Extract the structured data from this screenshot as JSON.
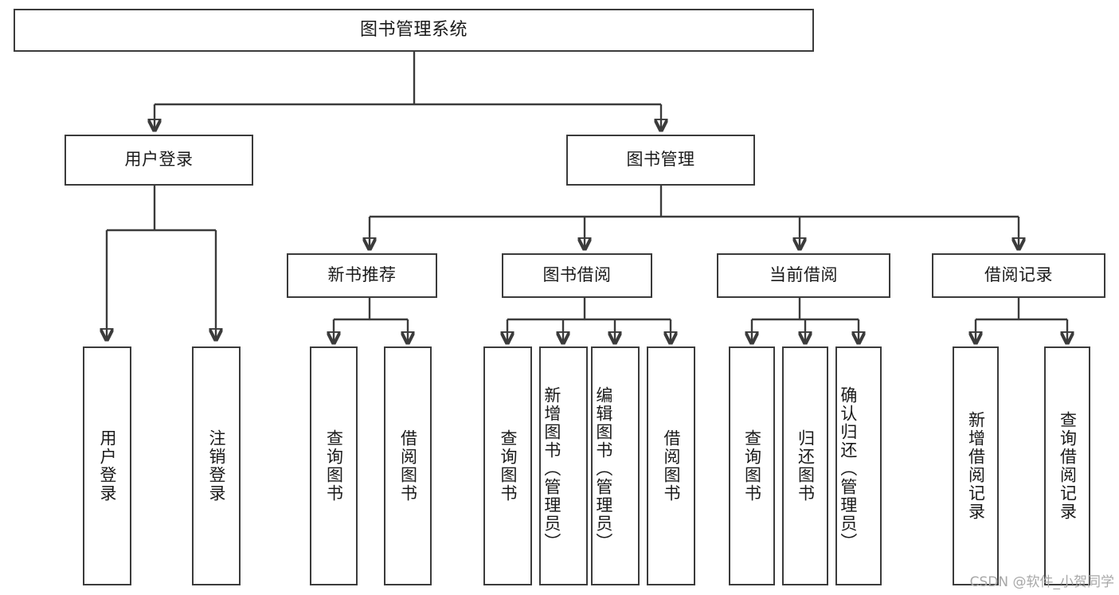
{
  "diagram": {
    "title": "图书管理系统",
    "type": "tree-hierarchy",
    "levels": 4,
    "colors": {
      "stroke": "#3b3b3b",
      "fill": "#ffffff",
      "text": "#1a1a1a",
      "watermark": "#a8a8a8"
    },
    "root": {
      "label": "图书管理系统"
    },
    "level2": [
      {
        "label": "用户登录"
      },
      {
        "label": "图书管理"
      }
    ],
    "level3": [
      {
        "label": "新书推荐"
      },
      {
        "label": "图书借阅"
      },
      {
        "label": "当前借阅"
      },
      {
        "label": "借阅记录"
      }
    ],
    "leaves": {
      "user_login": [
        {
          "label": "用户登录"
        },
        {
          "label": "注销登录"
        }
      ],
      "new_book_recommend": [
        {
          "label": "查询图书"
        },
        {
          "label": "借阅图书"
        }
      ],
      "book_borrow": [
        {
          "label": "查询图书"
        },
        {
          "label": "新增图书（管理员）"
        },
        {
          "label": "编辑图书（管理员）"
        },
        {
          "label": "借阅图书"
        }
      ],
      "current_borrow": [
        {
          "label": "查询图书"
        },
        {
          "label": "归还图书"
        },
        {
          "label": "确认归还（管理员）"
        }
      ],
      "borrow_record": [
        {
          "label": "新增借阅记录"
        },
        {
          "label": "查询借阅记录"
        }
      ]
    }
  },
  "watermark": {
    "text": "CSDN @软件_小贺同学"
  }
}
